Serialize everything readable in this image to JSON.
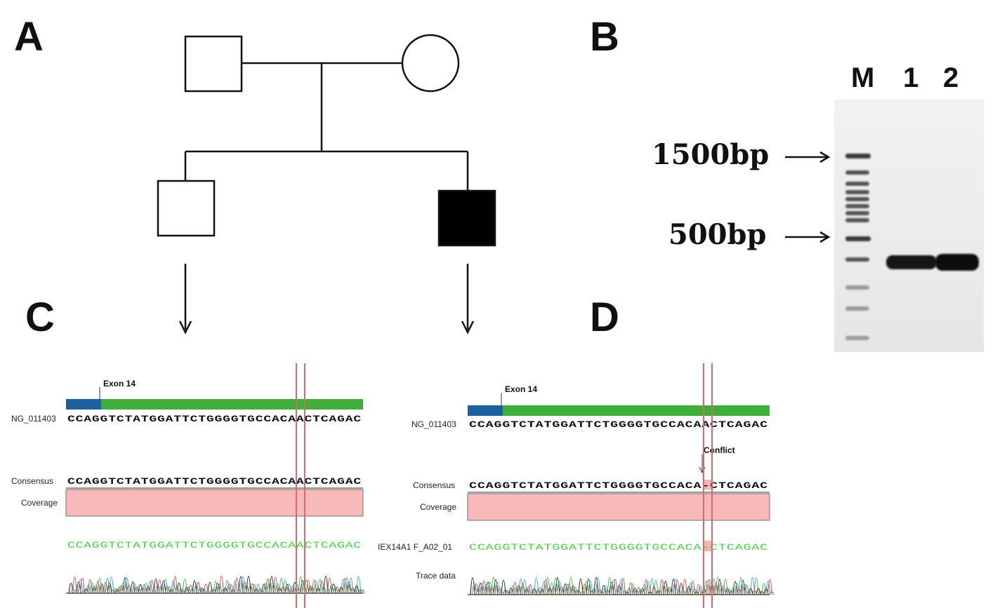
{
  "panels": {
    "a": "A",
    "b": "B",
    "c": "C",
    "d": "D"
  },
  "gel": {
    "lanes": [
      "M",
      "1",
      "2"
    ],
    "markers": [
      "1500bp",
      "500bp"
    ]
  },
  "seq_c": {
    "exon": "Exon 14",
    "ref_label": "NG_011403",
    "ref_seq": "CCAGGTCTATGGATTCTGGGGTGCCACAACTCAGAC",
    "consensus_label": "Consensus",
    "consensus_seq": "CCAGGTCTATGGATTCTGGGGTGCCACAACTCAGAC",
    "coverage_label": "Coverage",
    "read_seq": "CCAGGTCTATGGATTCTGGGGTGCCACAACTCAGAC"
  },
  "seq_d": {
    "exon": "Exon 14",
    "ref_label": "NG_011403",
    "ref_seq": "CCAGGTCTATGGATTCTGGGGTGCCACAACTCAGAC",
    "conflict_label": "Conflict",
    "consensus_label": "Consensus",
    "consensus_seq": "CCAGGTCTATGGATTCTGGGGTGCCACA-CTCAGAC",
    "coverage_label": "Coverage",
    "read_label": "IEX14A1 F_A02_01",
    "read_seq": "CCAGGTCTATGGATTCTGGGGTGCCACA-CTCAGAC",
    "trace_label": "Trace data"
  },
  "colors": {
    "exon_blue": "#1e5f9e",
    "exon_green": "#3fae3a",
    "coverage_pink": "#f7b9b9",
    "highlight_red": "#d86a6a",
    "read_green": "#3fd23f"
  }
}
